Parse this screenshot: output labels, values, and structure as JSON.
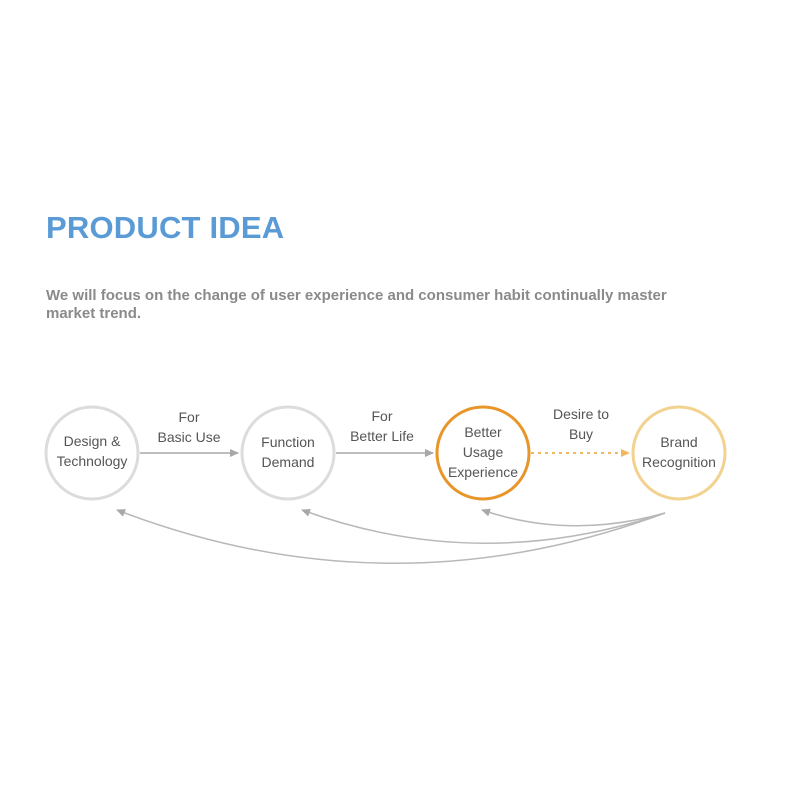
{
  "title": "PRODUCT IDEA",
  "subtitle": "We will focus on the change of user experience and consumer habit continually master market trend.",
  "nodes": [
    {
      "line1": "Design &",
      "line2": "Technology",
      "line3": ""
    },
    {
      "line1": "Function",
      "line2": "Demand",
      "line3": ""
    },
    {
      "line1": "Better",
      "line2": "Usage",
      "line3": "Experience"
    },
    {
      "line1": "Brand",
      "line2": "Recognition",
      "line3": ""
    }
  ],
  "edges": [
    {
      "line1": "For",
      "line2": "Basic Use"
    },
    {
      "line1": "For",
      "line2": "Better Life"
    },
    {
      "line1": "Desire to",
      "line2": "Buy"
    }
  ],
  "colors": {
    "title": "#5b9bd5",
    "node_default": "#d9d9d9",
    "node_highlight": "#e8962a",
    "node_brand": "#f2d28e",
    "arrow": "#b0b0b0",
    "dotted_arrow": "#f0b860"
  }
}
